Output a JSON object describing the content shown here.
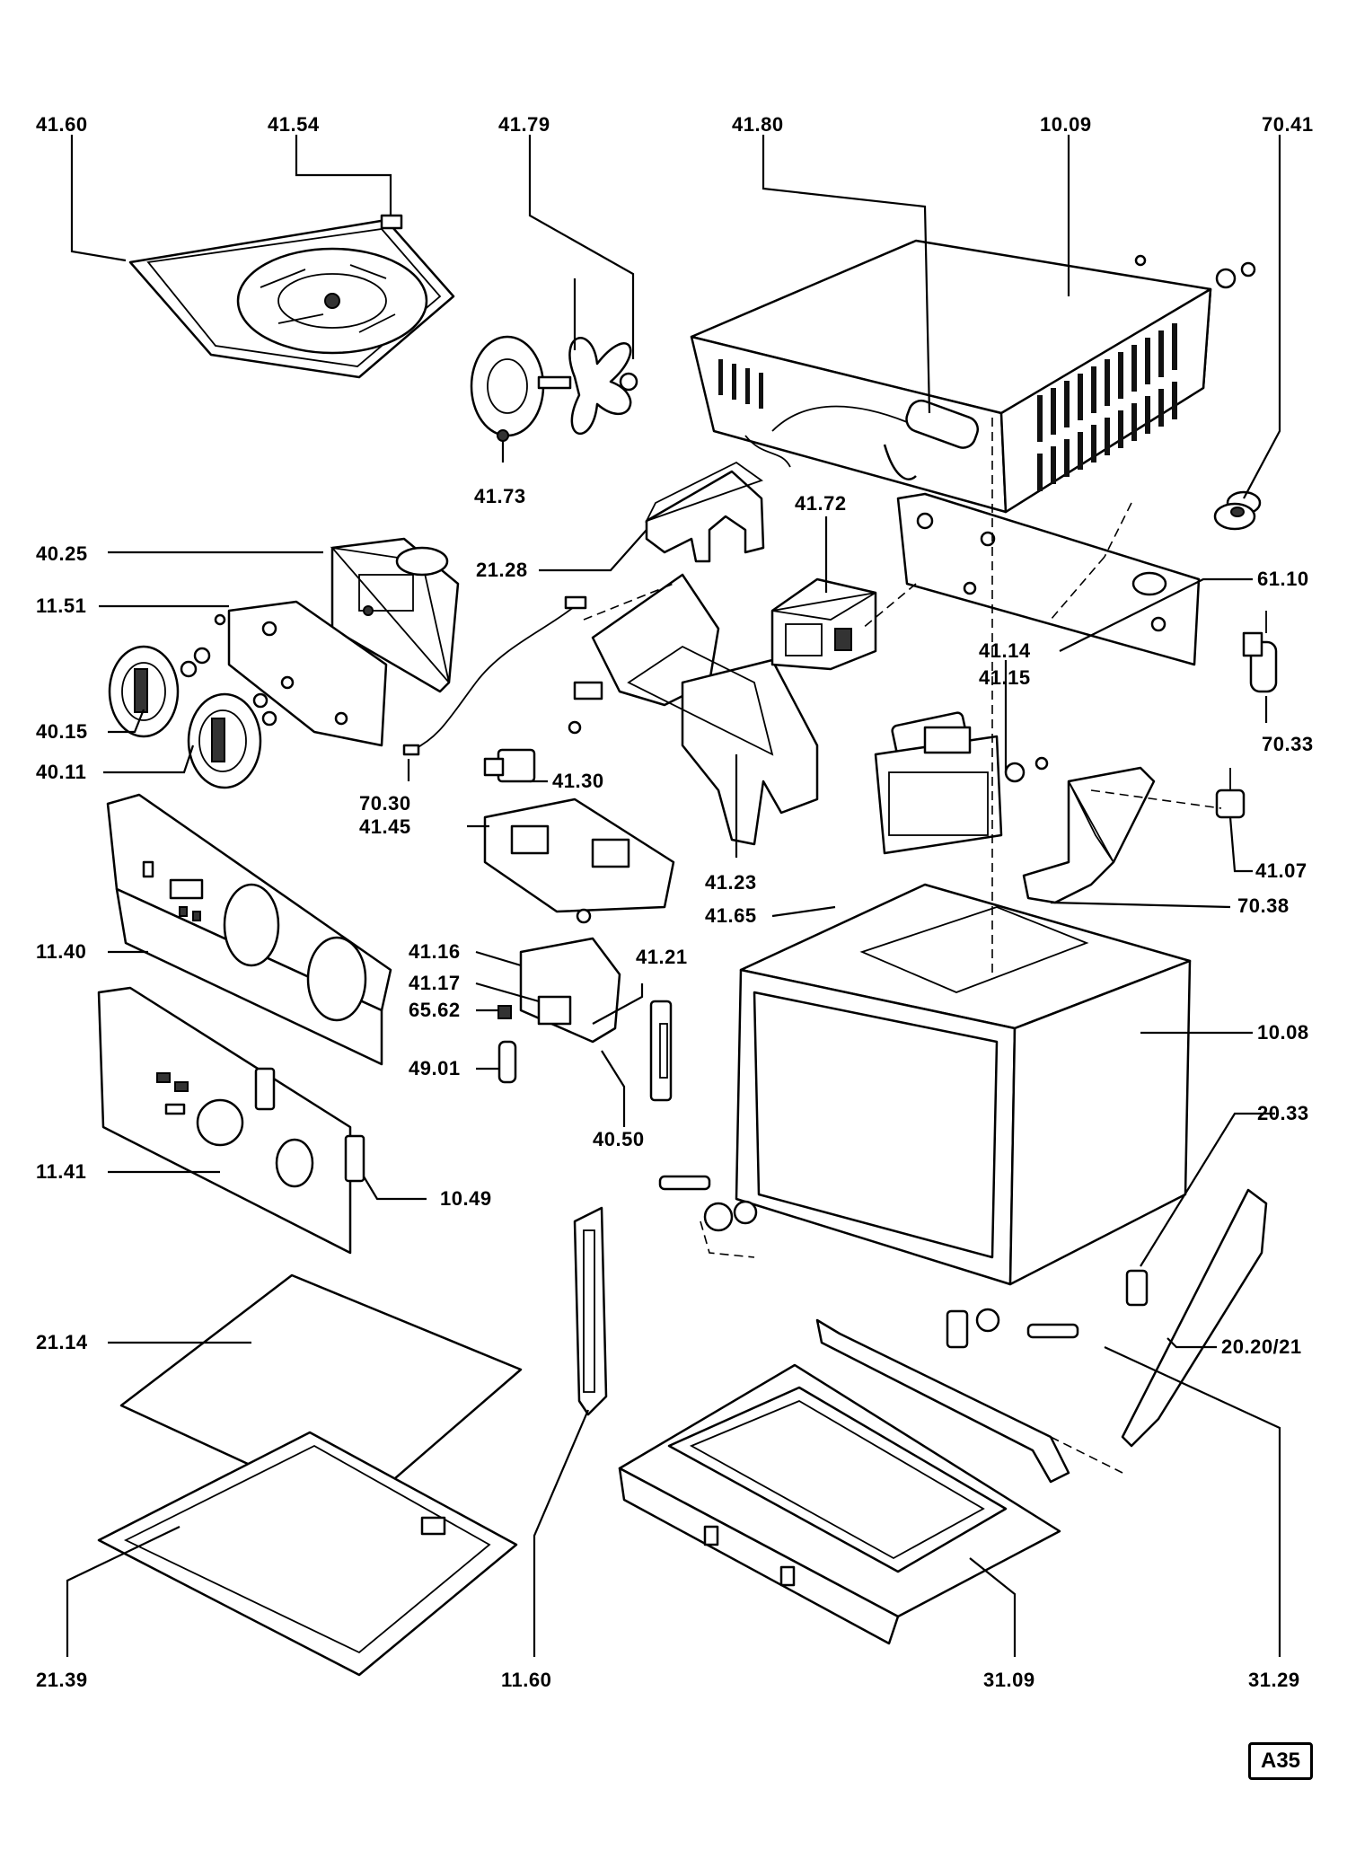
{
  "diagram": {
    "sheet_reference": "A35",
    "part_labels": [
      "41.60",
      "41.54",
      "41.79",
      "41.80",
      "10.09",
      "70.41",
      "41.73",
      "40.25",
      "21.28",
      "41.72",
      "61.10",
      "11.51",
      "41.14",
      "41.15",
      "70.33",
      "40.15",
      "40.11",
      "70.30",
      "41.30",
      "41.45",
      "41.23",
      "41.07",
      "70.38",
      "41.65",
      "11.40",
      "41.16",
      "41.17",
      "41.21",
      "65.62",
      "10.08",
      "49.01",
      "40.50",
      "20.33",
      "11.41",
      "10.49",
      "21.14",
      "20.20/21",
      "21.39",
      "11.60",
      "31.09",
      "31.29"
    ]
  }
}
